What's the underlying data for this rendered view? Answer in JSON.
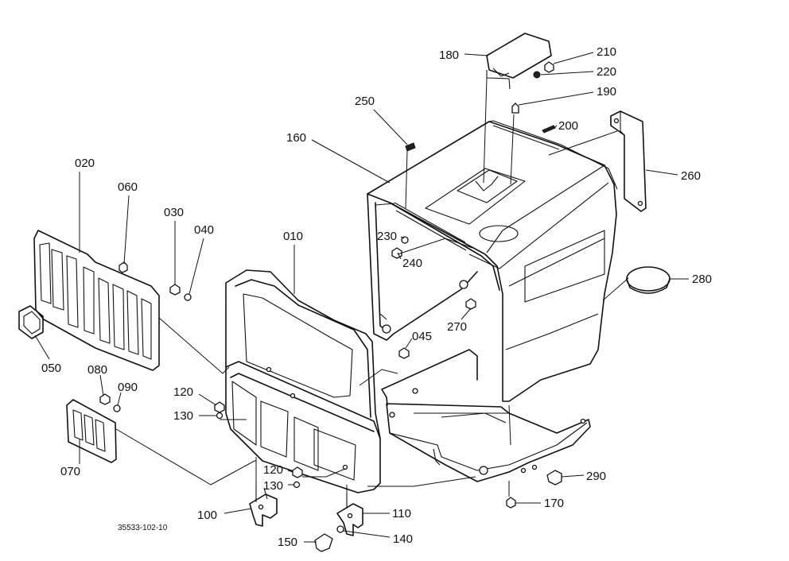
{
  "diagram": {
    "drawing_code": "35533-102-10",
    "callouts": [
      {
        "id": "010",
        "label": "010"
      },
      {
        "id": "020",
        "label": "020"
      },
      {
        "id": "030",
        "label": "030"
      },
      {
        "id": "040",
        "label": "040"
      },
      {
        "id": "045",
        "label": "045"
      },
      {
        "id": "050",
        "label": "050"
      },
      {
        "id": "060",
        "label": "060"
      },
      {
        "id": "070",
        "label": "070"
      },
      {
        "id": "080",
        "label": "080"
      },
      {
        "id": "090",
        "label": "090"
      },
      {
        "id": "100",
        "label": "100"
      },
      {
        "id": "110",
        "label": "110"
      },
      {
        "id": "120a",
        "label": "120"
      },
      {
        "id": "120b",
        "label": "120"
      },
      {
        "id": "130a",
        "label": "130"
      },
      {
        "id": "130b",
        "label": "130"
      },
      {
        "id": "140",
        "label": "140"
      },
      {
        "id": "150",
        "label": "150"
      },
      {
        "id": "160",
        "label": "160"
      },
      {
        "id": "170",
        "label": "170"
      },
      {
        "id": "180",
        "label": "180"
      },
      {
        "id": "190",
        "label": "190"
      },
      {
        "id": "200",
        "label": "200"
      },
      {
        "id": "210",
        "label": "210"
      },
      {
        "id": "220",
        "label": "220"
      },
      {
        "id": "230",
        "label": "230"
      },
      {
        "id": "240",
        "label": "240"
      },
      {
        "id": "250",
        "label": "250"
      },
      {
        "id": "260",
        "label": "260"
      },
      {
        "id": "270",
        "label": "270"
      },
      {
        "id": "280",
        "label": "280"
      },
      {
        "id": "290",
        "label": "290"
      }
    ]
  }
}
